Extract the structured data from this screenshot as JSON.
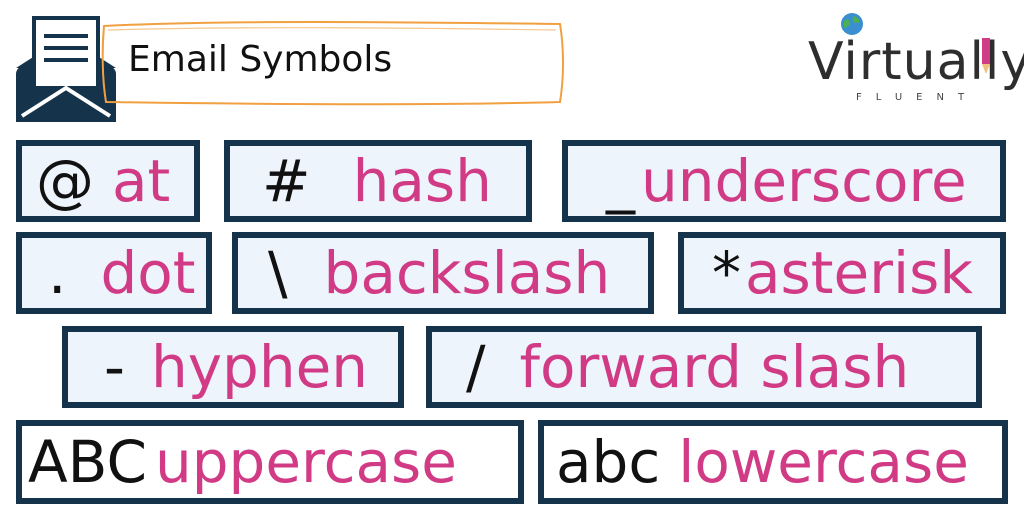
{
  "header": {
    "title": "Email Symbols"
  },
  "logo": {
    "word": "Virtually",
    "sub": "FLUENT"
  },
  "tiles": [
    {
      "symbol": "@",
      "word": "at"
    },
    {
      "symbol": "#",
      "word": "hash"
    },
    {
      "symbol": "_",
      "word": "underscore"
    },
    {
      "symbol": ".",
      "word": "dot"
    },
    {
      "symbol": "\\",
      "word": "backslash"
    },
    {
      "symbol": "*",
      "word": "asterisk"
    },
    {
      "symbol": "-",
      "word": "hyphen"
    },
    {
      "symbol": "/",
      "word": "forward slash"
    },
    {
      "symbol": "ABC",
      "word": "uppercase"
    },
    {
      "symbol": "abc",
      "word": "lowercase"
    }
  ],
  "colors": {
    "tile_border": "#15344c",
    "tile_fill": "#eef4fb",
    "word_color": "#d13b85",
    "highlight_outline": "#f0a040"
  }
}
